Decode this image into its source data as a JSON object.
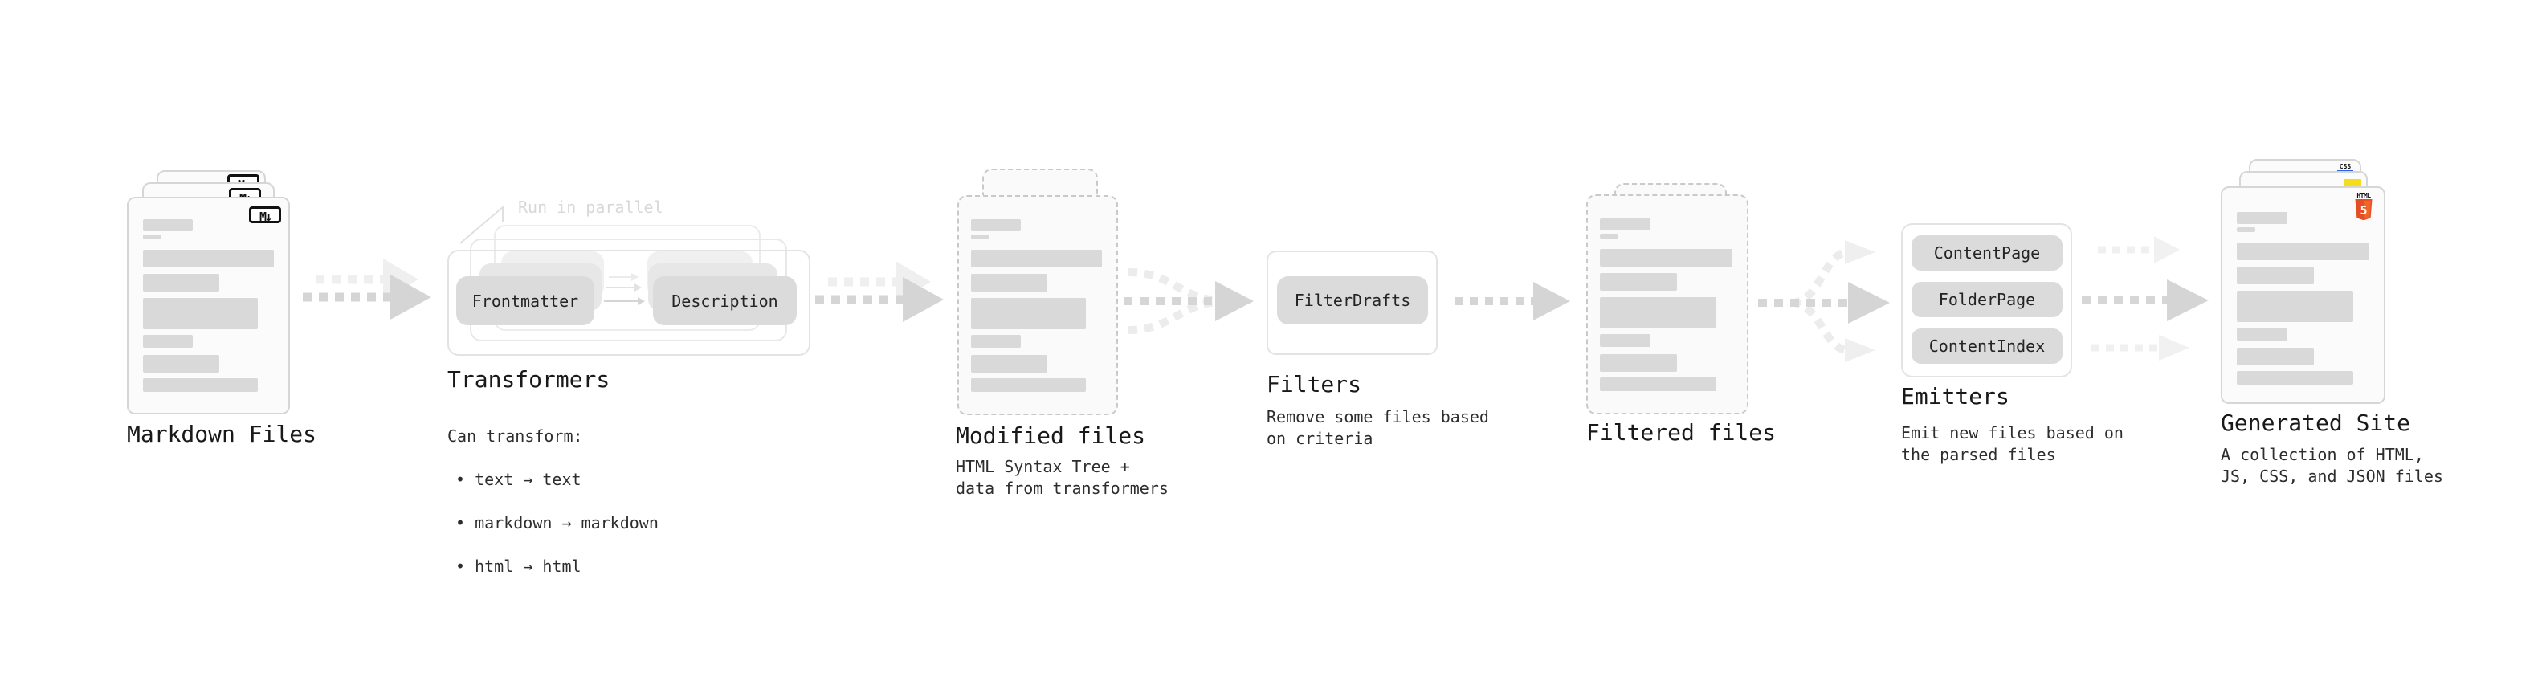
{
  "stages": {
    "markdown": {
      "title": "Markdown Files",
      "badge": "M↓"
    },
    "transformers": {
      "note": "Run in parallel",
      "pill_left": "Frontmatter",
      "pill_right": "Description",
      "title": "Transformers",
      "heading": "Can transform:",
      "bullets": [
        "• text → text",
        "• markdown → markdown",
        "• html → html"
      ]
    },
    "modified": {
      "title": "Modified files",
      "subtitle": "HTML Syntax Tree +\ndata from transformers"
    },
    "filters": {
      "pill": "FilterDrafts",
      "title": "Filters",
      "subtitle": "Remove some files based\non criteria"
    },
    "filtered": {
      "title": "Filtered files"
    },
    "emitters": {
      "pills": [
        "ContentPage",
        "FolderPage",
        "ContentIndex"
      ],
      "title": "Emitters",
      "subtitle": "Emit new files based on\nthe parsed files"
    },
    "generated": {
      "title": "Generated Site",
      "subtitle": "A collection of HTML,\nJS, CSS, and JSON files",
      "css_badge": "CSS",
      "html_badge_label": "HTML",
      "html_badge_number": "5"
    }
  },
  "colors": {
    "placeholder_gray": "#d9d9d9",
    "arrow_dark": "#d5d5d5",
    "arrow_light": "#efefef",
    "html5_orange": "#e44d26",
    "js_yellow": "#f5de19",
    "css_blue": "#2862e9"
  }
}
